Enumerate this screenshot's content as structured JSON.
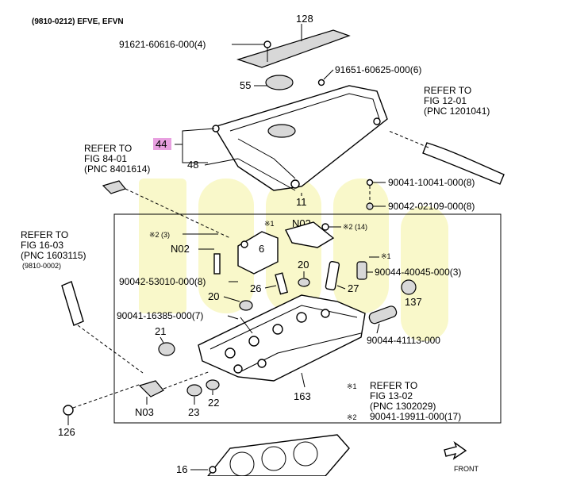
{
  "header": "(9810-0212) EFVE, EFVN",
  "callouts": {
    "p128": "128",
    "p91621": "91621-60616-000(4)",
    "p55": "55",
    "p91651": "91651-60625-000(6)",
    "p44": "44",
    "p48": "48",
    "p11": "11",
    "n02a": "N02",
    "n02b": "N02",
    "x2a": "※2 (3)",
    "x1a": "※1",
    "x2b": "※2 (14)",
    "x1b": "※1",
    "p90041_10041": "90041-10041-000(8)",
    "p90042_02109": "90042-02109-000(8)",
    "p6": "6",
    "p20a": "20",
    "p26": "26",
    "p27": "27",
    "p20b": "20",
    "p90042_53010": "90042-53010-000(8)",
    "p90044_40045": "90044-40045-000(3)",
    "p137": "137",
    "p90041_16385": "90041-16385-000(7)",
    "p21": "21",
    "p90044_41113": "90044-41113-000",
    "p163": "163",
    "n03": "N03",
    "p23": "23",
    "p22": "22",
    "p126": "126",
    "p16": "16"
  },
  "refs": {
    "fig12": [
      "REFER TO",
      "FIG  12-01",
      "(PNC 1201041)"
    ],
    "fig84": [
      "REFER TO",
      "FIG  84-01",
      "(PNC 8401614)"
    ],
    "fig16": [
      "REFER TO",
      "FIG  16-03",
      "(PNC 1603115)",
      "(9810-0002)"
    ],
    "note1": [
      "※1",
      "REFER TO",
      "FIG  13-02",
      "(PNC 1302029)"
    ],
    "note2": [
      "※2",
      "90041-19911-000(17)"
    ]
  },
  "front_label": "FRONT",
  "colors": {
    "highlight": "#e8a0e0",
    "watermark": "#f2f08a"
  }
}
